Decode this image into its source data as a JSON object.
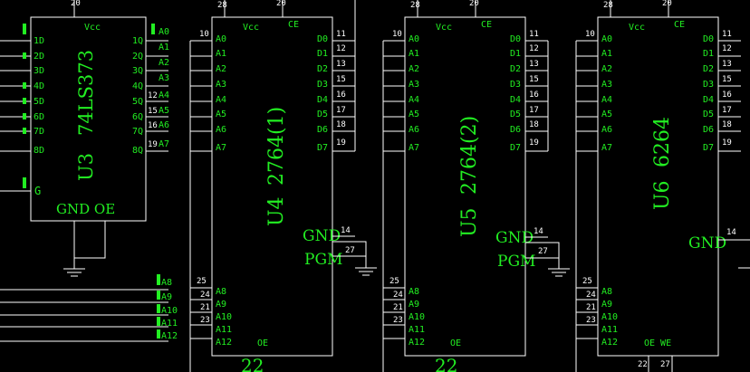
{
  "diagram": {
    "colors": {
      "wire": "#ffffff",
      "text": "#22ee22",
      "background": "#000000"
    },
    "chips": [
      {
        "id": "u3",
        "name": "U3",
        "part": "74LS373",
        "top_pins": [
          {
            "num": "20",
            "label": "Vcc"
          }
        ],
        "left_pins": [
          {
            "label": "1D"
          },
          {
            "label": "2D"
          },
          {
            "label": "3D"
          },
          {
            "label": "4D"
          },
          {
            "label": "5D"
          },
          {
            "label": "6D"
          },
          {
            "label": "7D"
          },
          {
            "label": "8D"
          }
        ],
        "right_pins": [
          {
            "label": "1Q",
            "num": "",
            "sig": "A0"
          },
          {
            "label": "2Q",
            "num": "",
            "sig": "A1"
          },
          {
            "label": "3Q",
            "num": "",
            "sig": "A2"
          },
          {
            "label": "4Q",
            "num": "",
            "sig": "A3"
          },
          {
            "label": "5Q",
            "num": "12",
            "sig": "A4"
          },
          {
            "label": "6Q",
            "num": "15",
            "sig": "A5"
          },
          {
            "label": "7Q",
            "num": "16",
            "sig": "A6"
          },
          {
            "label": "8Q",
            "num": "19",
            "sig": "A7"
          }
        ],
        "g_label": "G",
        "bottom_label": "GND OE"
      },
      {
        "id": "u4",
        "name": "U4",
        "part": "2764(1)",
        "top_pins": [
          {
            "num": "28",
            "label": ""
          },
          {
            "num": "20",
            "label": ""
          }
        ],
        "top_labels": [
          "Vcc",
          "CE"
        ],
        "left_pins": [
          {
            "num": "10",
            "label": "A0"
          },
          {
            "num": "",
            "label": "A1"
          },
          {
            "num": "",
            "label": "A2"
          },
          {
            "num": "",
            "label": "A3"
          },
          {
            "num": "",
            "label": "A4"
          },
          {
            "num": "",
            "label": "A5"
          },
          {
            "num": "",
            "label": "A6"
          },
          {
            "num": "",
            "label": "A7"
          }
        ],
        "right_pins": [
          {
            "num": "11",
            "label": "D0"
          },
          {
            "num": "12",
            "label": "D1"
          },
          {
            "num": "13",
            "label": "D2"
          },
          {
            "num": "15",
            "label": "D3"
          },
          {
            "num": "16",
            "label": "D4"
          },
          {
            "num": "17",
            "label": "D5"
          },
          {
            "num": "18",
            "label": "D6"
          },
          {
            "num": "19",
            "label": "D7"
          }
        ],
        "gnd": {
          "label": "GND",
          "num": "14"
        },
        "pgm": {
          "label": "PGM",
          "num": "27"
        },
        "high_pins": [
          {
            "num": "25",
            "label": "A8"
          },
          {
            "num": "24",
            "label": "A9"
          },
          {
            "num": "21",
            "label": "A10"
          },
          {
            "num": "23",
            "label": "A11"
          },
          {
            "num": "",
            "label": "A12"
          }
        ],
        "bottom_label": "OE",
        "bottom_num": "22"
      },
      {
        "id": "u5",
        "name": "U5",
        "part": "2764(2)",
        "top_pins": [
          {
            "num": "28",
            "label": ""
          },
          {
            "num": "20",
            "label": ""
          }
        ],
        "top_labels": [
          "Vcc",
          "CE"
        ],
        "left_pins": [
          {
            "num": "10",
            "label": "A0"
          },
          {
            "num": "",
            "label": "A1"
          },
          {
            "num": "",
            "label": "A2"
          },
          {
            "num": "",
            "label": "A3"
          },
          {
            "num": "",
            "label": "A4"
          },
          {
            "num": "",
            "label": "A5"
          },
          {
            "num": "",
            "label": "A6"
          },
          {
            "num": "",
            "label": "A7"
          }
        ],
        "right_pins": [
          {
            "num": "11",
            "label": "D0"
          },
          {
            "num": "12",
            "label": "D1"
          },
          {
            "num": "13",
            "label": "D2"
          },
          {
            "num": "15",
            "label": "D3"
          },
          {
            "num": "16",
            "label": "D4"
          },
          {
            "num": "17",
            "label": "D5"
          },
          {
            "num": "18",
            "label": "D6"
          },
          {
            "num": "19",
            "label": "D7"
          }
        ],
        "gnd": {
          "label": "GND",
          "num": "14"
        },
        "pgm": {
          "label": "PGM",
          "num": "27"
        },
        "high_pins": [
          {
            "num": "25",
            "label": "A8"
          },
          {
            "num": "24",
            "label": "A9"
          },
          {
            "num": "21",
            "label": "A10"
          },
          {
            "num": "23",
            "label": "A11"
          },
          {
            "num": "",
            "label": "A12"
          }
        ],
        "bottom_label": "OE",
        "bottom_num": "22"
      },
      {
        "id": "u6",
        "name": "U6",
        "part": "6264",
        "top_pins": [
          {
            "num": "28",
            "label": ""
          },
          {
            "num": "20",
            "label": ""
          }
        ],
        "top_labels": [
          "Vcc",
          "CE"
        ],
        "left_pins": [
          {
            "num": "10",
            "label": "A0"
          },
          {
            "num": "",
            "label": "A1"
          },
          {
            "num": "",
            "label": "A2"
          },
          {
            "num": "",
            "label": "A3"
          },
          {
            "num": "",
            "label": "A4"
          },
          {
            "num": "",
            "label": "A5"
          },
          {
            "num": "",
            "label": "A6"
          },
          {
            "num": "",
            "label": "A7"
          }
        ],
        "right_pins": [
          {
            "num": "11",
            "label": "D0"
          },
          {
            "num": "12",
            "label": "D1"
          },
          {
            "num": "13",
            "label": "D2"
          },
          {
            "num": "15",
            "label": "D3"
          },
          {
            "num": "16",
            "label": "D4"
          },
          {
            "num": "17",
            "label": "D5"
          },
          {
            "num": "18",
            "label": "D6"
          },
          {
            "num": "19",
            "label": "D7"
          }
        ],
        "gnd": {
          "label": "GND",
          "num": "14"
        },
        "high_pins": [
          {
            "num": "25",
            "label": "A8"
          },
          {
            "num": "24",
            "label": "A9"
          },
          {
            "num": "21",
            "label": "A10"
          },
          {
            "num": "23",
            "label": "A11"
          },
          {
            "num": "",
            "label": "A12"
          }
        ],
        "bottom_label": "OE WE",
        "bottom_nums": [
          "22",
          "27"
        ]
      }
    ],
    "address_bus_labels": [
      "A8",
      "A9",
      "A10",
      "A11",
      "A12"
    ]
  }
}
